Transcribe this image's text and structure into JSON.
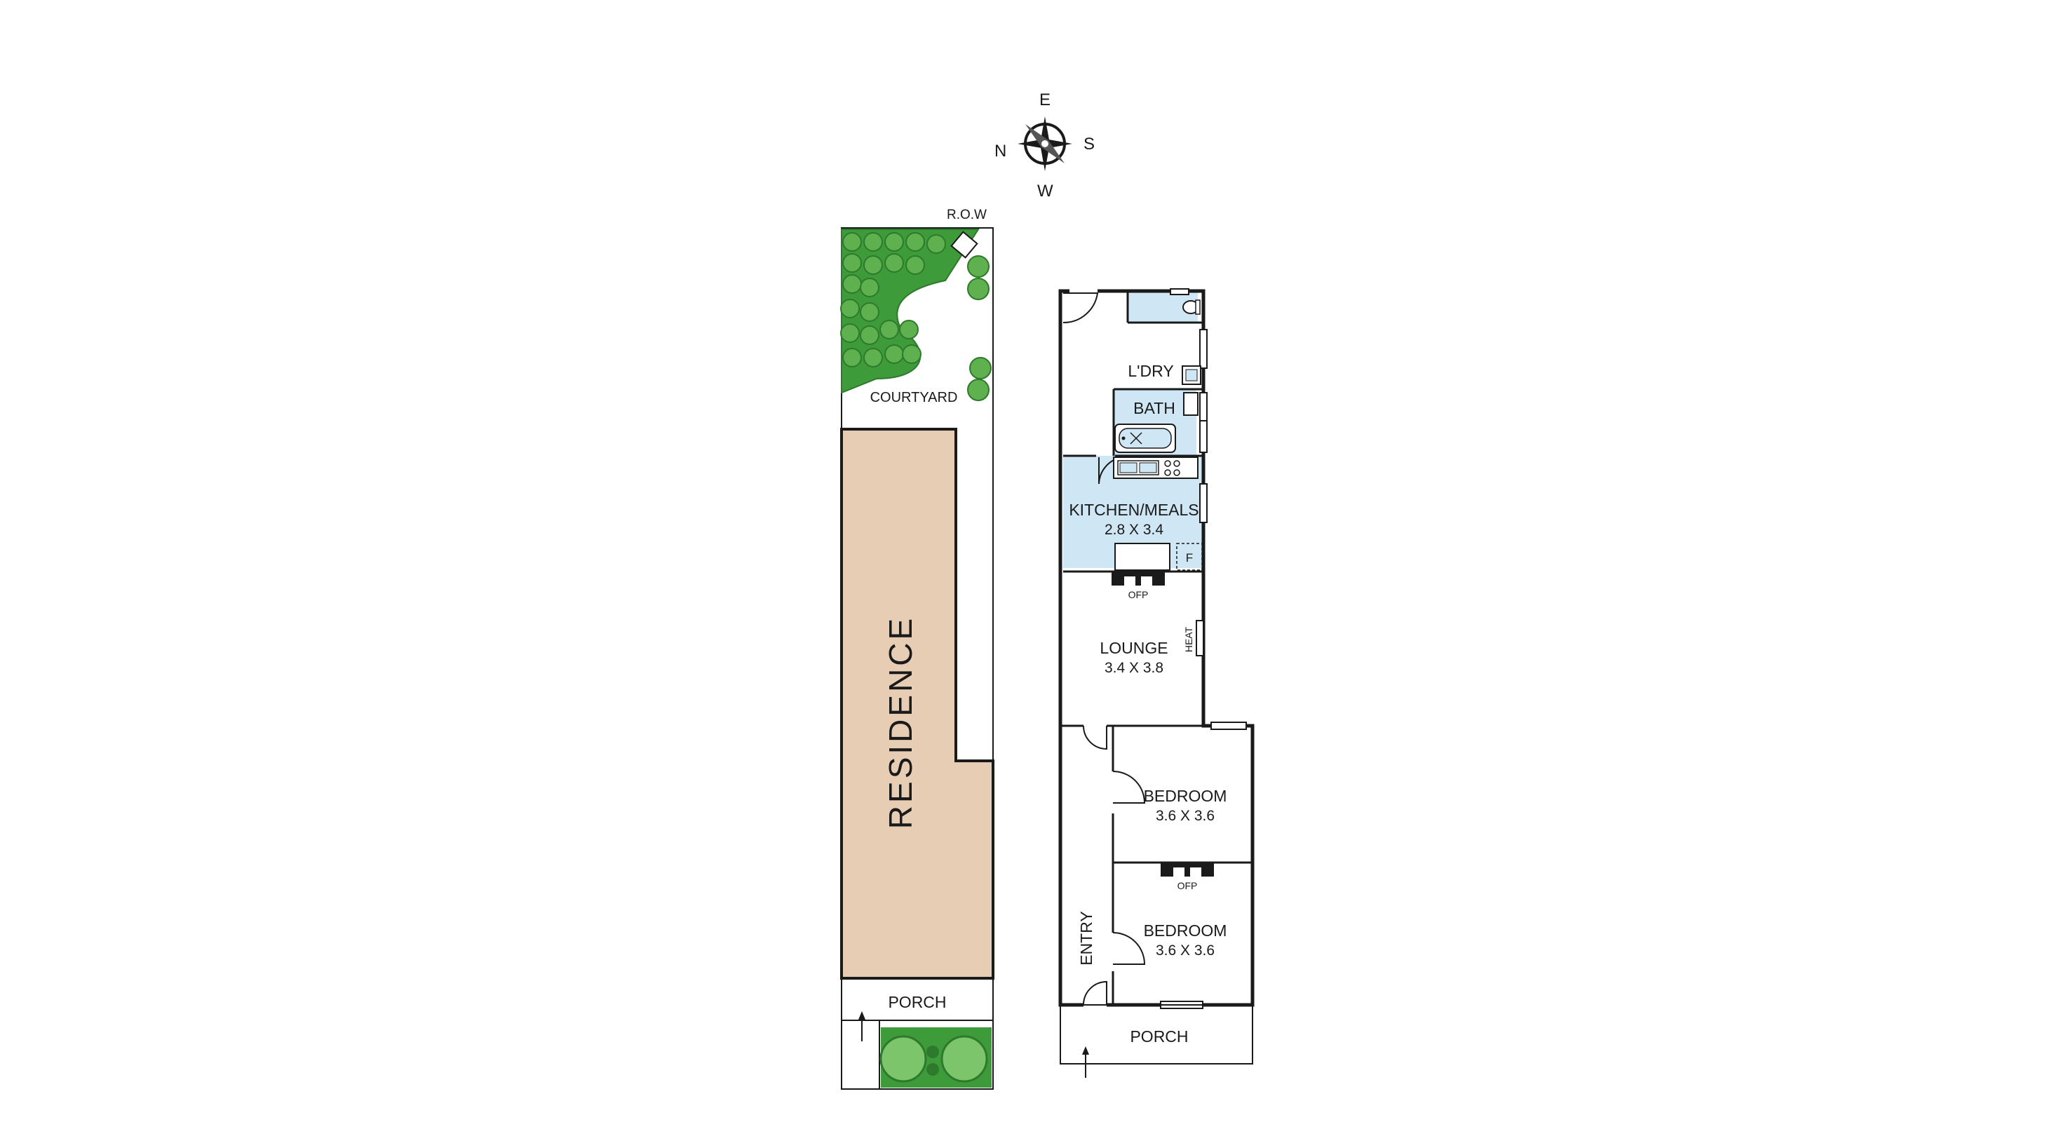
{
  "compass": {
    "north": "N",
    "east": "E",
    "south": "S",
    "west": "W"
  },
  "site": {
    "row_label": "R.O.W",
    "courtyard_label": "COURTYARD",
    "residence_label": "RESIDENCE",
    "porch_label": "PORCH"
  },
  "floorplan": {
    "laundry": {
      "name": "L'DRY"
    },
    "bath": {
      "name": "BATH"
    },
    "kitchen": {
      "name": "KITCHEN/MEALS",
      "size": "2.8 X 3.4",
      "fridge": "F"
    },
    "lounge": {
      "name": "LOUNGE",
      "size": "3.4 X 3.8",
      "heater": "HEAT"
    },
    "fireplace_1": "OFP",
    "fireplace_2": "OFP",
    "bedroom_1": {
      "name": "BEDROOM",
      "size": "3.6 X 3.6"
    },
    "bedroom_2": {
      "name": "BEDROOM",
      "size": "3.6 X 3.6"
    },
    "entry": {
      "name": "ENTRY"
    },
    "porch": {
      "name": "PORCH"
    }
  },
  "colors": {
    "wall": "#1a1a1a",
    "wet_area": "#cfe6f5",
    "residence": "#e8cdb5",
    "shrub": "#3d9b3a",
    "shrub_light": "#7cc56a"
  }
}
